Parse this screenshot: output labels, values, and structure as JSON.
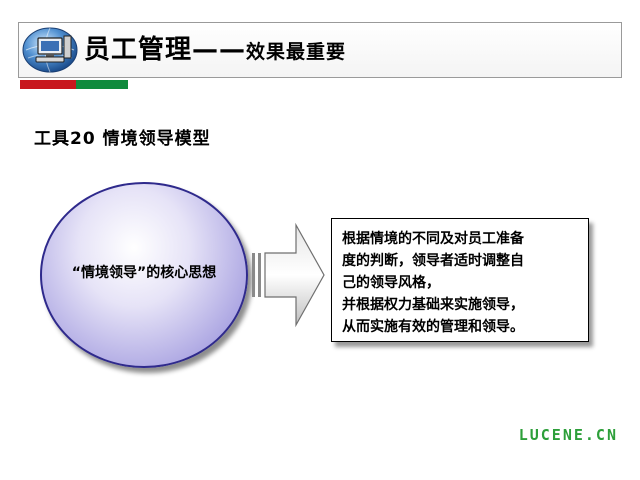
{
  "header": {
    "title_main": "员工管理——",
    "title_sub": "效果最重要",
    "logo_icon": "computer-globe-icon",
    "stripe_colors": [
      "#c8161d",
      "#0f8a3c"
    ]
  },
  "slide": {
    "title": "工具20 情境领导模型"
  },
  "diagram": {
    "ellipse_label": "“情境领导”的核心思想",
    "arrow_icon": "right-arrow-icon",
    "description_lines": [
      "根据情境的不同及对员工准备",
      "度的判断，领导者适时调整自",
      "己的领导风格，",
      "并根据权力基础来实施领导，",
      "从而实施有效的管理和领导。"
    ]
  },
  "watermark": {
    "text": "LUCENE.CN",
    "color": "#2d9f3a"
  }
}
